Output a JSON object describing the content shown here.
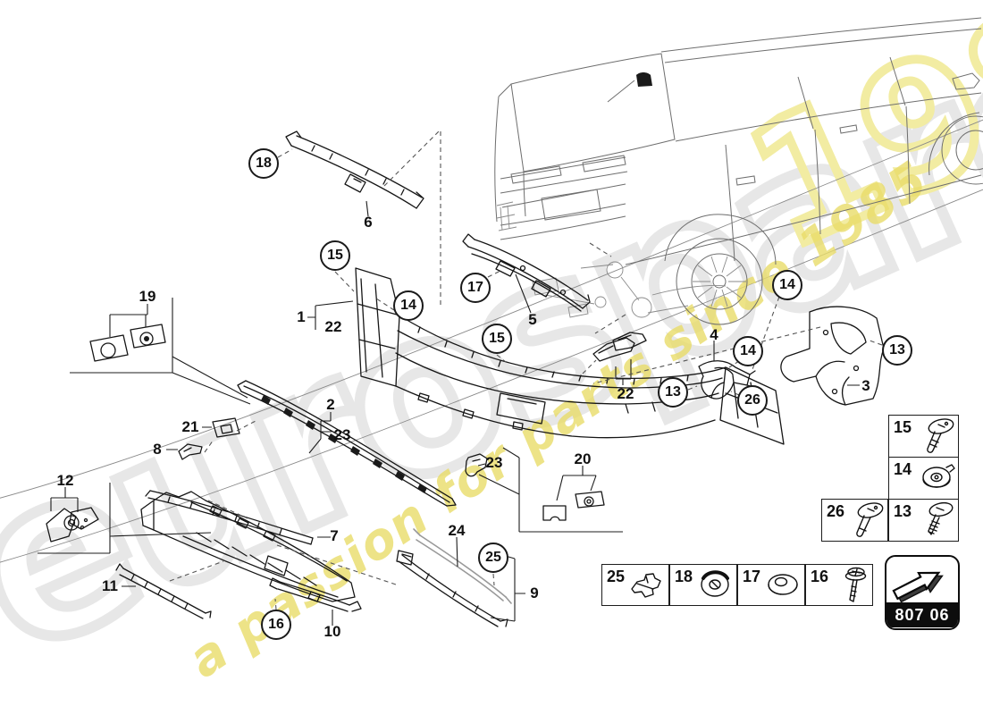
{
  "watermark": {
    "ghost_word": "eurospares",
    "ghost_numbers": "1985",
    "tagline": "a passion for parts since 1985",
    "colors": {
      "tagline_yellow": "#e8dc69",
      "ghost_gray": "#e7e7e7",
      "ghost_yellow": "#f2eca2"
    }
  },
  "page_ref": {
    "code": "807 06",
    "icon": "direction-arrow-3d"
  },
  "circled_callouts": [
    {
      "label": "18"
    },
    {
      "label": "15"
    },
    {
      "label": "14"
    },
    {
      "label": "17"
    },
    {
      "label": "15"
    },
    {
      "label": "14"
    },
    {
      "label": "14"
    },
    {
      "label": "13"
    },
    {
      "label": "26"
    },
    {
      "label": "13"
    },
    {
      "label": "25"
    },
    {
      "label": "16"
    }
  ],
  "plain_callouts": [
    {
      "label": "6"
    },
    {
      "label": "1"
    },
    {
      "label": "22"
    },
    {
      "label": "2"
    },
    {
      "label": "23"
    },
    {
      "label": "5"
    },
    {
      "label": "19"
    },
    {
      "label": "21"
    },
    {
      "label": "8"
    },
    {
      "label": "12"
    },
    {
      "label": "11"
    },
    {
      "label": "7"
    },
    {
      "label": "10"
    },
    {
      "label": "24"
    },
    {
      "label": "9"
    },
    {
      "label": "23"
    },
    {
      "label": "20"
    },
    {
      "label": "4"
    },
    {
      "label": "22"
    },
    {
      "label": "3"
    }
  ],
  "hardware_legend": {
    "column_cells": [
      {
        "label": "15",
        "icon": "flat-head-screw"
      },
      {
        "label": "14",
        "icon": "expanding-nut"
      },
      {
        "label": "26",
        "icon": "flat-head-screw"
      },
      {
        "label": "13",
        "icon": "self-tapping-screw"
      }
    ],
    "row_cells": [
      {
        "label": "25",
        "icon": "retaining-clip"
      },
      {
        "label": "18",
        "icon": "round-grommet"
      },
      {
        "label": "17",
        "icon": "washer-grommet"
      },
      {
        "label": "16",
        "icon": "screw-with-washer"
      }
    ]
  }
}
